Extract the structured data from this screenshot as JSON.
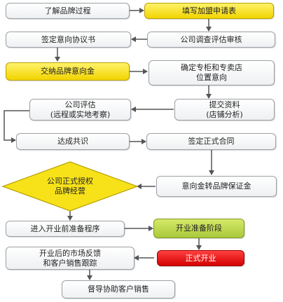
{
  "steps": {
    "s1": "了解品牌过程",
    "s2": "填写加盟申请表",
    "s3": "公司调查评估审核",
    "s4": "签定意向协议书",
    "s5": "交纳品牌意向金",
    "s6": "确定专柜和专卖店\n位置意向",
    "s7": "提交资料\n(店铺分析)",
    "s8": "公司评估\n(远程或实地考察)",
    "s9": "达成共识",
    "s10": "签定正式合同",
    "s11": "意向金转品牌保证金",
    "s12": "公司正式授权\n品牌经营",
    "s13": "进入开业前准备程序",
    "s14": "开业准备阶段",
    "s15": "正式开业",
    "s16": "开业后的市场反馈\n和客户销售跟踪",
    "s17": "督导协助客户销售"
  },
  "colors": {
    "yellow": "#f2d400",
    "green": "#a9c93a",
    "red": "#d40000",
    "line": "#555555"
  }
}
